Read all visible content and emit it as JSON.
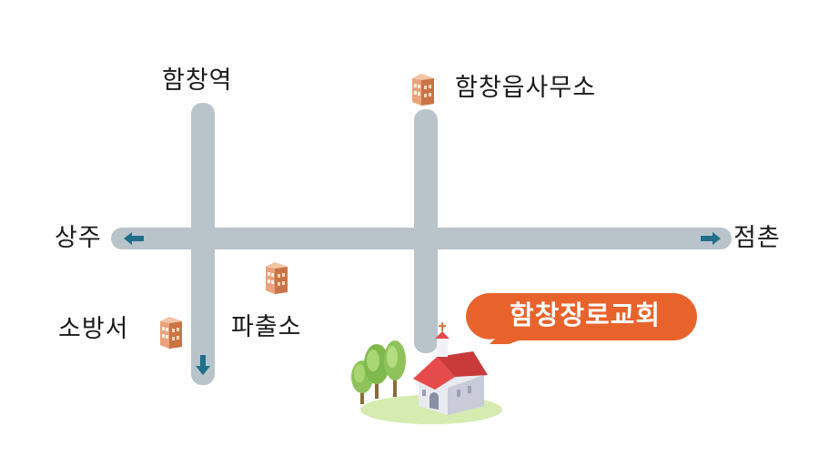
{
  "labels": {
    "hamchang_station": "함창역",
    "hamchang_office": "함창읍사무소",
    "sangju": "상주",
    "jeomchon": "점촌",
    "fire_station": "소방서",
    "police_box": "파출소",
    "church": "함창장로교회"
  },
  "colors": {
    "road": "#b9c3ca",
    "arrow": "#1f6f8b",
    "bubble": "#e8632b",
    "building": "#d9895a"
  },
  "icons": [
    "building-icon",
    "church-icon",
    "tree-icon",
    "arrow-left-icon",
    "arrow-right-icon",
    "arrow-down-icon"
  ]
}
